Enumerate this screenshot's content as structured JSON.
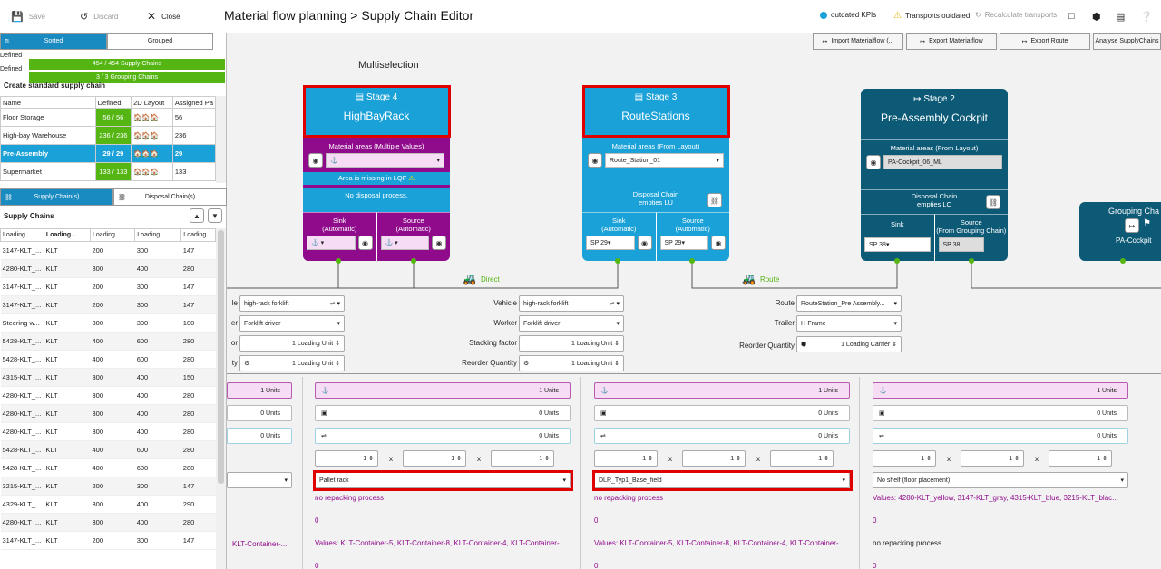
{
  "toolbar": {
    "save": "Save",
    "discard": "Discard",
    "close": "Close",
    "title": "Material flow planning",
    "title_sep": ">",
    "title_sub": "Supply Chain Editor",
    "outdated_kpis": "outdated KPIs",
    "transports_outdated": "Transports outdated",
    "recalculate": "Recalculate transports"
  },
  "left": {
    "tab_sorted": "Sorted",
    "tab_grouped": "Grouped",
    "defined": [
      {
        "label": "Defined",
        "value": "454 / 454 Supply Chains"
      },
      {
        "label": "Defined",
        "value": "3 / 3 Grouping Chains"
      }
    ],
    "create_title": "Create standard supply chain",
    "std_headers": [
      "Name",
      "Defined",
      "2D Layout",
      "Assigned Pa"
    ],
    "std_rows": [
      {
        "name": "Floor Storage",
        "defined": "56 / 56",
        "assigned": "56"
      },
      {
        "name": "High-bay Warehouse",
        "defined": "236 / 236",
        "assigned": "236"
      },
      {
        "name": "Pre-Assembly",
        "defined": "29 / 29",
        "assigned": "29"
      },
      {
        "name": "Supermarket",
        "defined": "133 / 133",
        "assigned": "133"
      }
    ],
    "tab_supply": "Supply Chain(s)",
    "tab_disposal": "Disposal Chain(s)",
    "sc_title": "Supply Chains",
    "sc_headers": [
      "Loading ...",
      "Loading...",
      "Loading ...",
      "Loading ...",
      "Loading ..."
    ],
    "sc_rows": [
      [
        "3147-KLT_...",
        "KLT",
        "200",
        "300",
        "147"
      ],
      [
        "4280-KLT_...",
        "KLT",
        "300",
        "400",
        "280"
      ],
      [
        "3147-KLT_...",
        "KLT",
        "200",
        "300",
        "147"
      ],
      [
        "3147-KLT_...",
        "KLT",
        "200",
        "300",
        "147"
      ],
      [
        "Steering w...",
        "KLT",
        "300",
        "300",
        "100"
      ],
      [
        "5428-KLT_...",
        "KLT",
        "400",
        "600",
        "280"
      ],
      [
        "5428-KLT_...",
        "KLT",
        "400",
        "600",
        "280"
      ],
      [
        "4315-KLT_...",
        "KLT",
        "300",
        "400",
        "150"
      ],
      [
        "4280-KLT_...",
        "KLT",
        "300",
        "400",
        "280"
      ],
      [
        "4280-KLT_...",
        "KLT",
        "300",
        "400",
        "280"
      ],
      [
        "4280-KLT_...",
        "KLT",
        "300",
        "400",
        "280"
      ],
      [
        "5428-KLT_...",
        "KLT",
        "400",
        "600",
        "280"
      ],
      [
        "5428-KLT_...",
        "KLT",
        "400",
        "600",
        "280"
      ],
      [
        "3215-KLT_...",
        "KLT",
        "200",
        "300",
        "147"
      ],
      [
        "4329-KLT_...",
        "KLT",
        "300",
        "400",
        "290"
      ],
      [
        "4280-KLT_...",
        "KLT",
        "300",
        "400",
        "280"
      ],
      [
        "3147-KLT_...",
        "KLT",
        "200",
        "300",
        "147"
      ]
    ]
  },
  "canvas": {
    "top_buttons": [
      "Import Materialflow (...",
      "Export Materialflow",
      "Export Route",
      "Analyse SupplyChains"
    ],
    "multiselection": "Multiselection",
    "stages": [
      {
        "stage": "Stage 4",
        "name": "HighBayRack",
        "areas_label": "Material areas (Multiple Values)",
        "area_value": "",
        "warning": "Area is missing in LQF",
        "disposal": "No disposal process.",
        "sink": "Sink",
        "sink_sub": "(Automatic)",
        "source": "Source",
        "source_sub": "(Automatic)"
      },
      {
        "stage": "Stage 3",
        "name": "RouteStations",
        "areas_label": "Material areas (From Layout)",
        "area_value": "Route_Station_01",
        "disposal": "Disposal Chain",
        "disposal_sub": "empties LU",
        "sink": "Sink",
        "sink_sub": "(Automatic)",
        "source": "Source",
        "source_sub": "(Automatic)",
        "sink_val": "SP 29",
        "source_val": "SP 29"
      },
      {
        "stage": "Stage 2",
        "name": "Pre-Assembly Cockpit",
        "areas_label": "Material areas (From Layout)",
        "area_value": "PA-Cockpit_06_ML",
        "disposal": "Disposal Chain",
        "disposal_sub": "empties LC",
        "sink": "Sink",
        "source": "Source",
        "source_sub": "(From Grouping Chain)",
        "sink_val": "SP 38",
        "source_val": "SP 38"
      },
      {
        "stage": "Grouping Cha",
        "name": "PA-Cockpit"
      }
    ],
    "transport_direct": "Direct",
    "transport_route": "Route",
    "left_fields": [
      {
        "label": "le",
        "value": "high-rack forklift"
      },
      {
        "label": "er",
        "value": "Forklift driver"
      },
      {
        "label": "or",
        "value": "1 Loading Unit"
      },
      {
        "label": "ty",
        "value": "1 Loading Unit"
      }
    ],
    "mid_fields": [
      {
        "label": "Vehicle",
        "value": "high-rack forklift"
      },
      {
        "label": "Worker",
        "value": "Forklift driver"
      },
      {
        "label": "Stacking factor",
        "value": "1 Loading Unit"
      },
      {
        "label": "Reorder Quantity",
        "value": "1 Loading Unit"
      }
    ],
    "right_fields": [
      {
        "label": "Route",
        "value": "RouteStation_Pre Assembly..."
      },
      {
        "label": "Trailer",
        "value": "H-Frame"
      },
      {
        "label": "Reorder Quantity",
        "value": "1 Loading Carrier"
      }
    ],
    "units": {
      "one": "1 Units",
      "zero": "0 Units"
    },
    "qty": "1",
    "x": "x",
    "shelf": [
      "",
      "Pallet rack",
      "DLR_Typ1_Base_field",
      "No shelf (floor placement)"
    ],
    "no_repack": "no repacking process",
    "zero": "0",
    "values_a": "Values: KLT-Container-5, KLT-Container-8, KLT-Container-4, KLT-Container-...",
    "values_left": "KLT-Container-...",
    "values_c": "Values: 4280-KLT_yellow, 3147-KLT_gray, 4315-KLT_blue, 3215-KLT_blac..."
  }
}
